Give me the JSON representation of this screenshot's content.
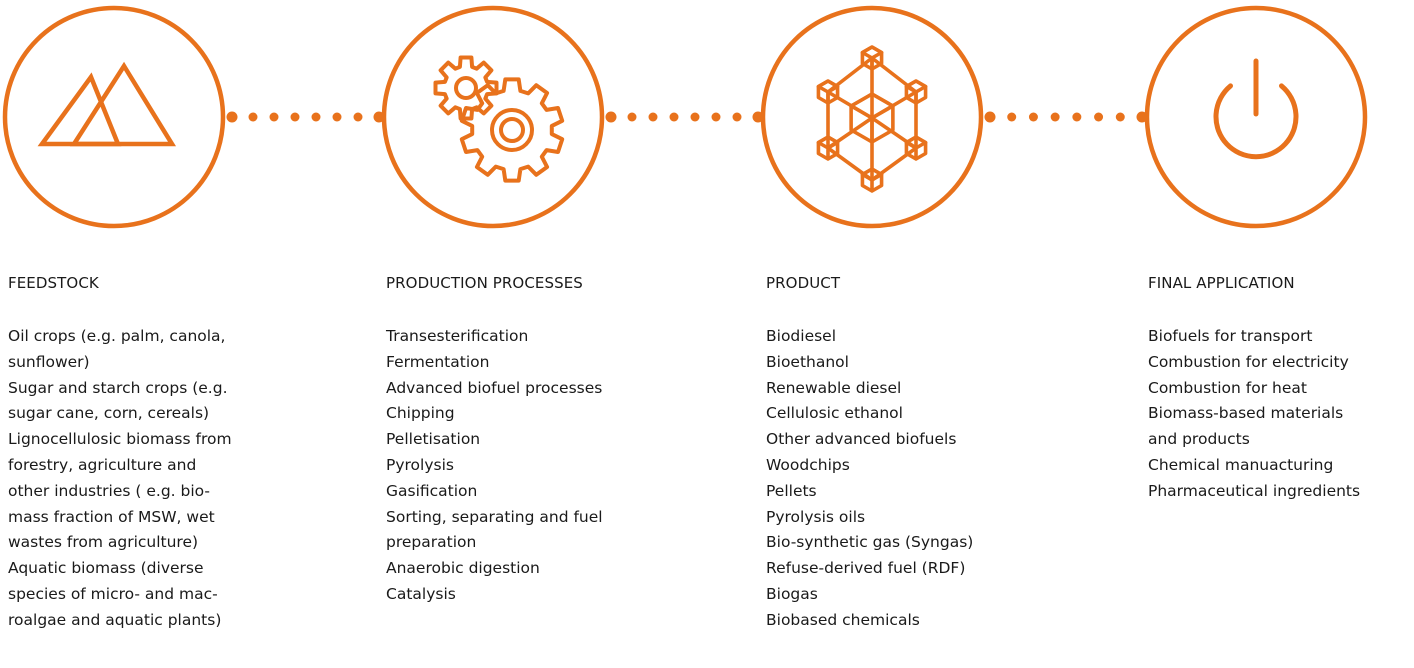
{
  "colors": {
    "accent": "#e8721c",
    "text": "#1a1a1a"
  },
  "stages": [
    {
      "icon": "mountains-icon",
      "heading": "FEEDSTOCK",
      "items": [
        "Oil crops (e.g. palm, canola,\nsunflower)",
        "Sugar and starch crops (e.g.\nsugar cane, corn, cereals)",
        "Lignocellulosic biomass from\nforestry, agriculture and\nother industries ( e.g. bio-\nmass fraction of MSW, wet\nwastes from agriculture)",
        "Aquatic biomass (diverse\nspecies of micro- and mac-\nroalgae and aquatic plants)"
      ]
    },
    {
      "icon": "gears-icon",
      "heading": "PRODUCTION PROCESSES",
      "items": [
        "Transesterification",
        "Fermentation",
        "Advanced biofuel processes",
        "Chipping",
        "Pelletisation",
        "Pyrolysis",
        "Gasification",
        "Sorting, separating and fuel\npreparation",
        "Anaerobic digestion",
        "Catalysis"
      ]
    },
    {
      "icon": "molecule-cubes-icon",
      "heading": "PRODUCT",
      "items": [
        "Biodiesel",
        "Bioethanol",
        "Renewable diesel",
        "Cellulosic ethanol",
        "Other advanced biofuels",
        "Woodchips",
        "Pellets",
        "Pyrolysis oils",
        "Bio-synthetic gas (Syngas)",
        "Refuse-derived fuel (RDF)",
        "Biogas",
        "Biobased chemicals"
      ]
    },
    {
      "icon": "power-icon",
      "heading": "FINAL APPLICATION",
      "items": [
        "Biofuels for transport",
        "Combustion for electricity",
        "Combustion for heat",
        "Biomass-based materials\nand products",
        "Chemical manuacturing",
        "Pharmaceutical ingredients"
      ]
    }
  ]
}
